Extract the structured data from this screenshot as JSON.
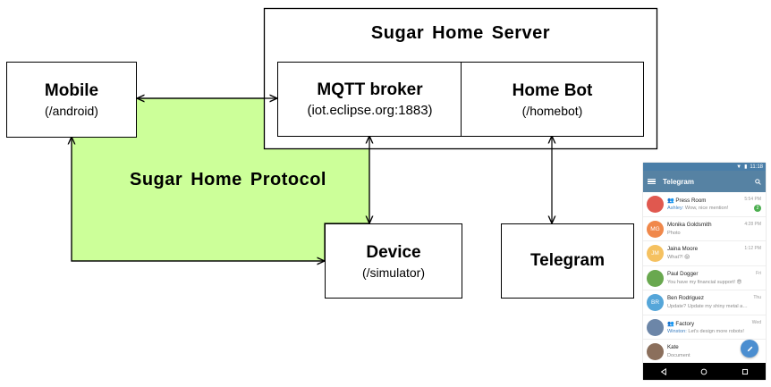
{
  "server": {
    "title": "Sugar Home Server"
  },
  "mobile": {
    "title": "Mobile",
    "subtitle": "(/android)"
  },
  "mqtt": {
    "title": "MQTT broker",
    "subtitle": "(iot.eclipse.org:1883)"
  },
  "homebot": {
    "title": "Home Bot",
    "subtitle": "(/homebot)"
  },
  "protocol": {
    "label": "Sugar Home Protocol",
    "color": "#ccff99"
  },
  "device": {
    "title": "Device",
    "subtitle": "(/simulator)"
  },
  "telegram": {
    "title": "Telegram"
  },
  "phone": {
    "status_time": "11:18",
    "app_title": "Telegram",
    "chats": [
      {
        "name": "Press Room",
        "group": true,
        "sender": "Ashley:",
        "message": "Wow, nice mention!",
        "time": "5:54 PM",
        "badge": "2",
        "avatar_color": "#e0584f",
        "initials": ""
      },
      {
        "name": "Monika Goldsmith",
        "group": false,
        "sender": "",
        "message": "Photo",
        "time": "4:28 PM",
        "badge": "",
        "avatar_color": "#f0884b",
        "initials": "MG"
      },
      {
        "name": "Jaina Moore",
        "group": false,
        "sender": "",
        "message": "What?! 😱",
        "time": "1:12 PM",
        "badge": "",
        "avatar_color": "#f5c160",
        "initials": "JM"
      },
      {
        "name": "Paul Dogger",
        "group": false,
        "sender": "",
        "message": "You have my financial support! 😎",
        "time": "Fri",
        "badge": "",
        "avatar_color": "#69a84f",
        "initials": ""
      },
      {
        "name": "Ben Rodriguez",
        "group": false,
        "sender": "",
        "message": "Update? Update my shiny metal a…",
        "time": "Thu",
        "badge": "",
        "avatar_color": "#55a6d9",
        "initials": "BR"
      },
      {
        "name": "Factory",
        "group": true,
        "sender": "Winston:",
        "message": "Let's design more robots!",
        "time": "Wed",
        "badge": "",
        "avatar_color": "#6c86a8",
        "initials": ""
      },
      {
        "name": "Kate",
        "group": false,
        "sender": "",
        "message": "Document",
        "time": "",
        "badge": "",
        "avatar_color": "#8b6f5c",
        "initials": ""
      }
    ]
  }
}
